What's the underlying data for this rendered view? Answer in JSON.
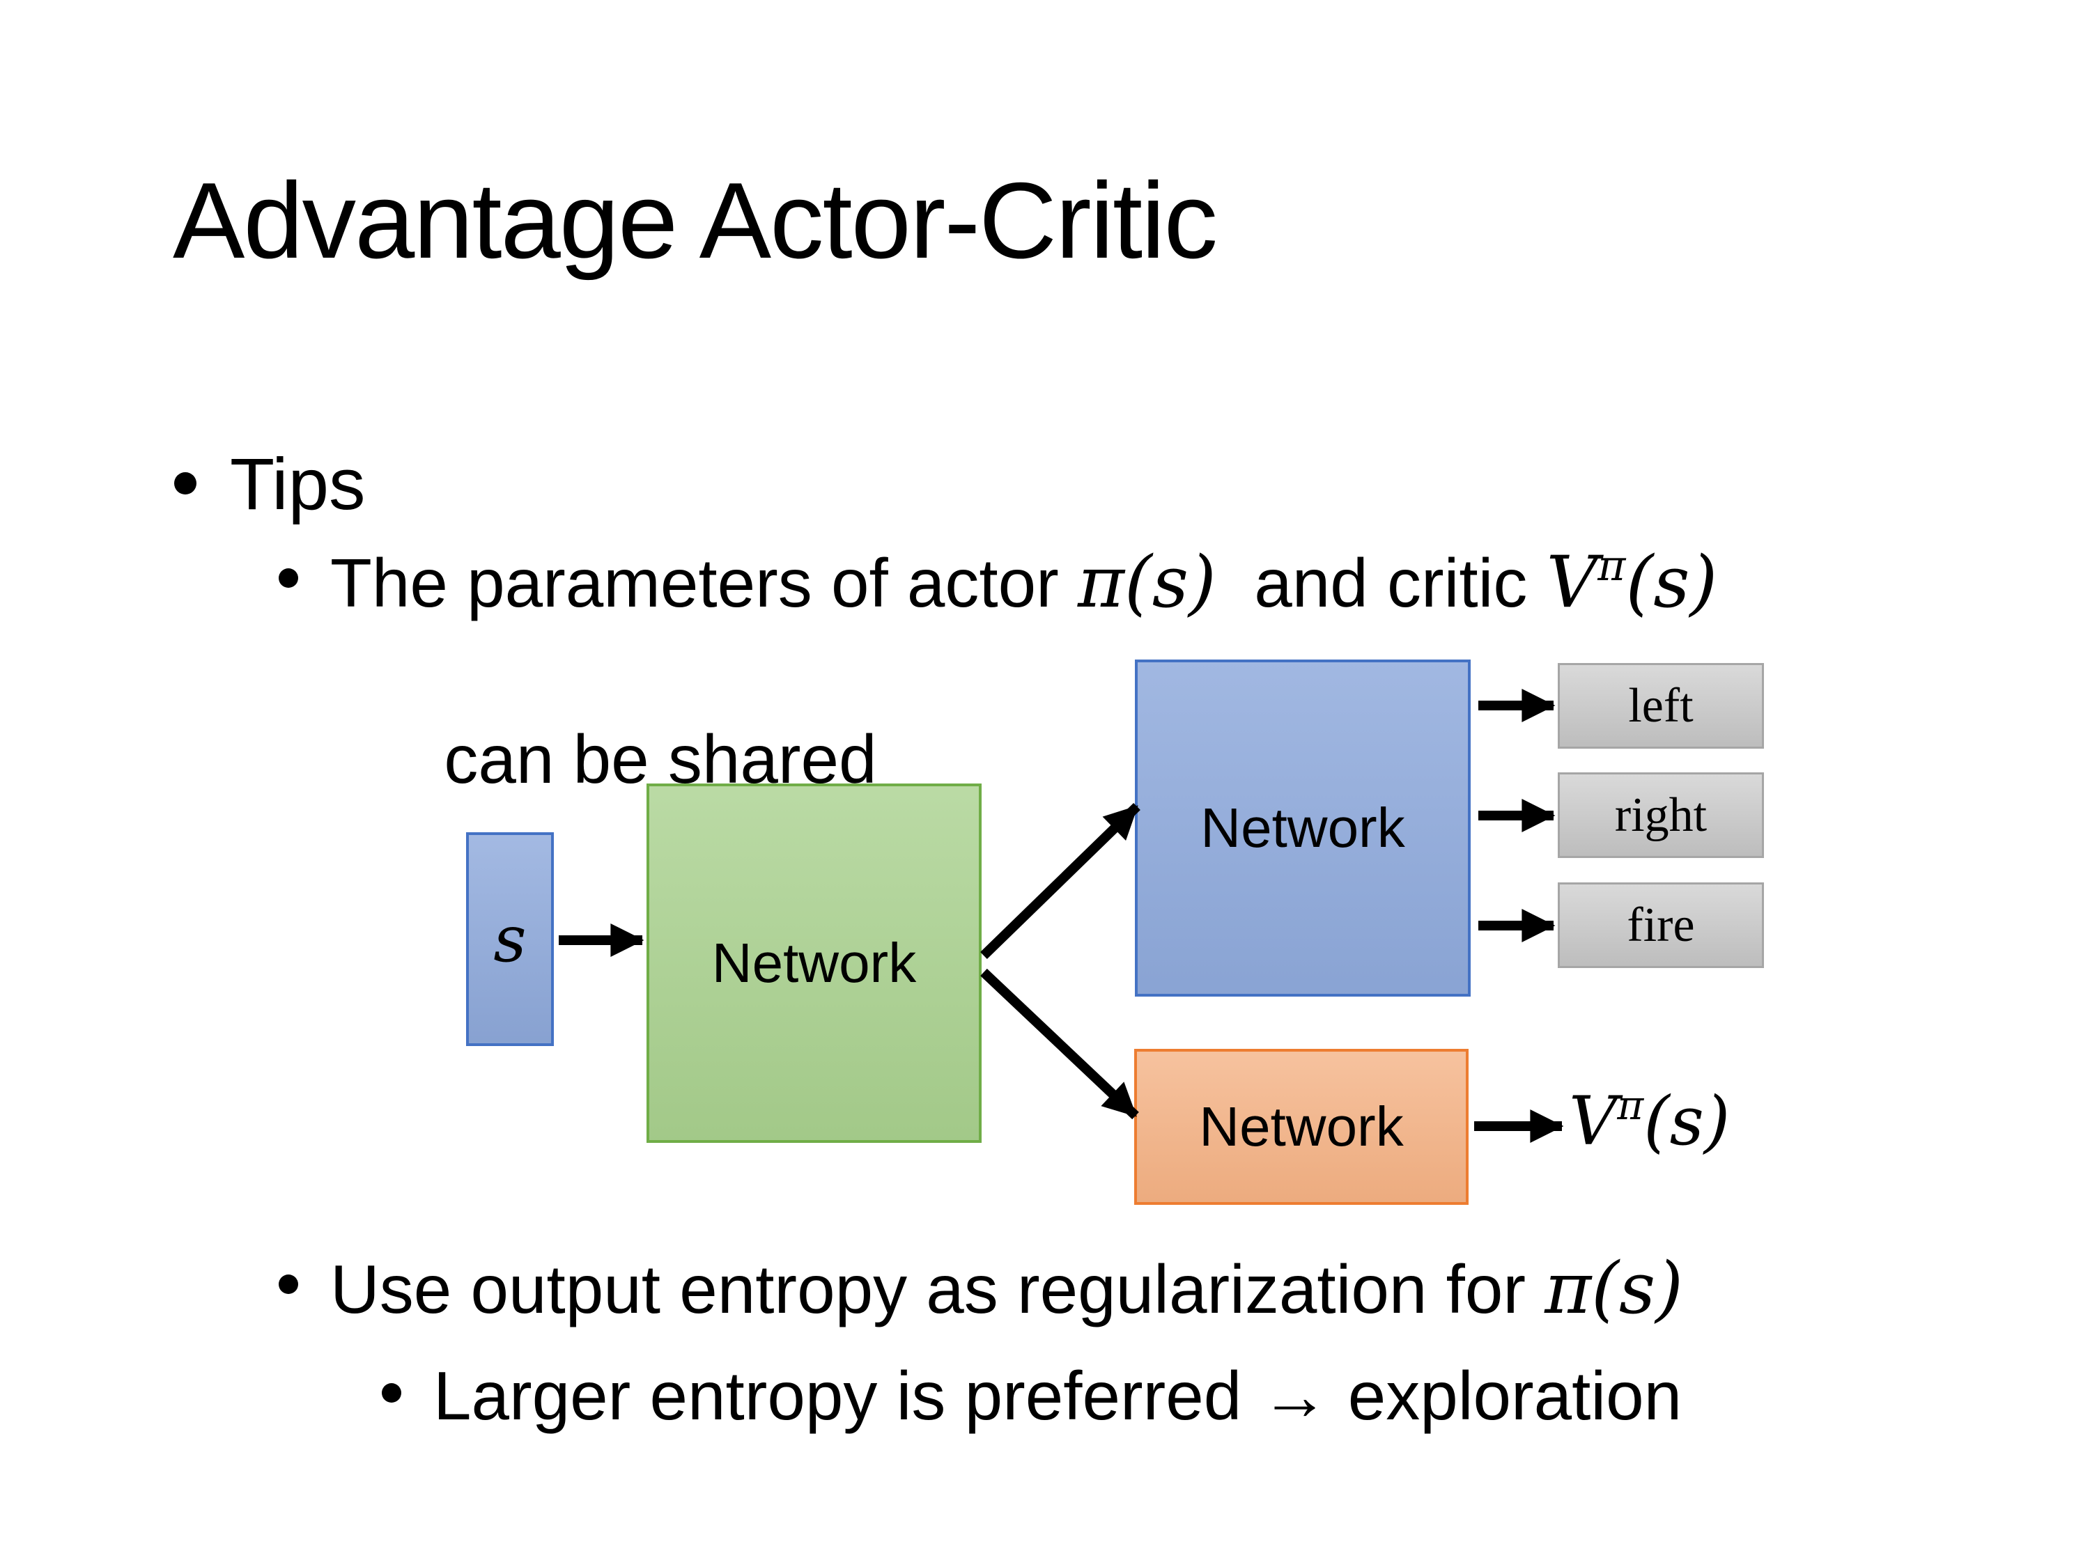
{
  "slide": {
    "title": "Advantage Actor-Critic",
    "bullets": {
      "tips": "Tips",
      "b1_t1": "The parameters of actor ",
      "b1_m1": "π(s)",
      "b1_t2": "  and critic ",
      "b1_v": "V",
      "b1_vsup": "π",
      "b1_vargs": "(s)",
      "b1_line2": "can be shared",
      "b2_t1": "Use output entropy as regularization for ",
      "b2_m1": "π(s)",
      "b3": "Larger entropy is preferred → exploration"
    },
    "diagram": {
      "input_label": "s",
      "shared_network_label": "Network",
      "actor_network_label": "Network",
      "critic_network_label": "Network",
      "actions": [
        "left",
        "right",
        "fire"
      ],
      "value_v": "V",
      "value_sup": "π",
      "value_args": "(s)"
    },
    "colors": {
      "blue_fill": "#8FAADC",
      "blue_border": "#4472C4",
      "green_fill": "#A9D18E",
      "green_border": "#70AD47",
      "orange_fill": "#F4B183",
      "orange_border": "#ED7D31",
      "gray_fill": "#C9C9C9",
      "gray_border": "#A6A6A6",
      "arrow_color": "#000000"
    }
  }
}
